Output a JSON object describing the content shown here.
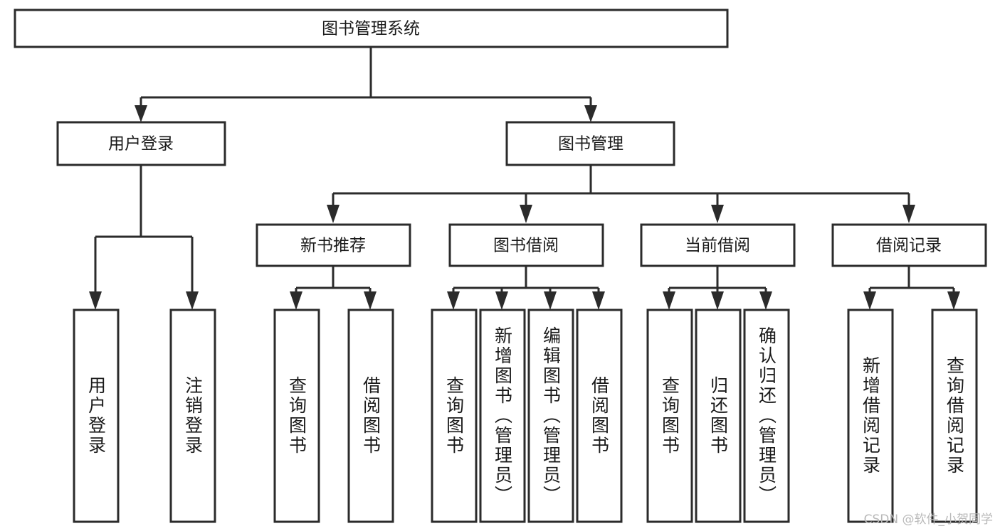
{
  "diagram": {
    "title": "图书管理系统",
    "type": "tree-hierarchy-diagram",
    "colors": {
      "box_stroke": "#2b2b2b",
      "box_fill": "#ffffff",
      "text": "#1a1a1a",
      "background": "#ffffff",
      "watermark": "#b9b9b9"
    },
    "root": {
      "label": "图书管理系统"
    },
    "level2": [
      {
        "label": "用户登录"
      },
      {
        "label": "图书管理"
      }
    ],
    "level3": [
      {
        "label": "新书推荐"
      },
      {
        "label": "图书借阅"
      },
      {
        "label": "当前借阅"
      },
      {
        "label": "借阅记录"
      }
    ],
    "leaves": {
      "user_login": [
        {
          "label": "用户登录"
        },
        {
          "label": "注销登录"
        }
      ],
      "new_book_recommend": [
        {
          "label": "查询图书"
        },
        {
          "label": "借阅图书"
        }
      ],
      "book_borrow": [
        {
          "label": "查询图书"
        },
        {
          "label": "新增图书（管理员）"
        },
        {
          "label": "编辑图书（管理员）"
        },
        {
          "label": "借阅图书"
        }
      ],
      "current_borrow": [
        {
          "label": "查询图书"
        },
        {
          "label": "归还图书"
        },
        {
          "label": "确认归还（管理员）"
        }
      ],
      "borrow_record": [
        {
          "label": "新增借阅记录"
        },
        {
          "label": "查询借阅记录"
        }
      ]
    }
  },
  "watermark": {
    "text": "CSDN @软件_小贺同学"
  }
}
